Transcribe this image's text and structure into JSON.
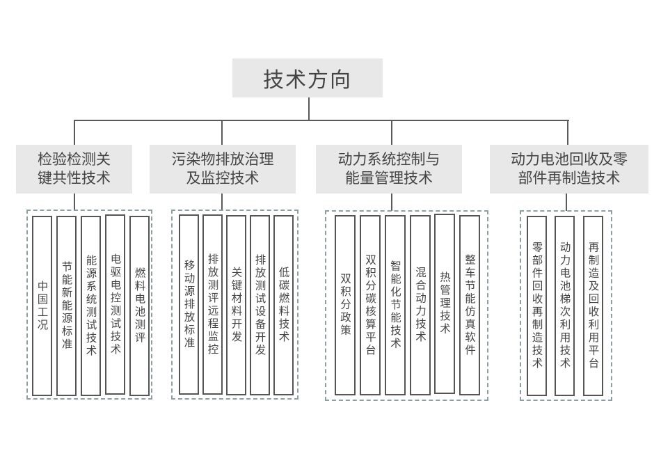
{
  "root": {
    "label": "技术方向"
  },
  "branches": [
    {
      "label_line1": "检验检测关",
      "label_line2": "键共性技术",
      "items": [
        "中国工况",
        "节能新能源标准",
        "能源系统测试技术",
        "电驱电控测试技术",
        "燃料电池测评"
      ]
    },
    {
      "label_line1": "污染物排放治理",
      "label_line2": "及监控技术",
      "items": [
        "移动源排放标准",
        "排放测评远程监控",
        "关键材料开发",
        "排放测试设备开发",
        "低碳燃料技术"
      ]
    },
    {
      "label_line1": "动力系统控制与",
      "label_line2": "能量管理技术",
      "items": [
        "双积分政策",
        "双积分碳核算平台",
        "智能化节能技术",
        "混合动力技术",
        "热管理技术",
        "整车节能仿真软件"
      ]
    },
    {
      "label_line1": "动力电池回收及零",
      "label_line2": "部件再制造技术",
      "items": [
        "零部件回收再制造技术",
        "动力电池梯次利用技术",
        "再制造及回收利用平台"
      ]
    }
  ],
  "colors": {
    "box_fill": "#e8e8e8",
    "line": "#5a5a5a",
    "dashed_border": "#8f9ea0",
    "leaf_border": "#555555"
  }
}
